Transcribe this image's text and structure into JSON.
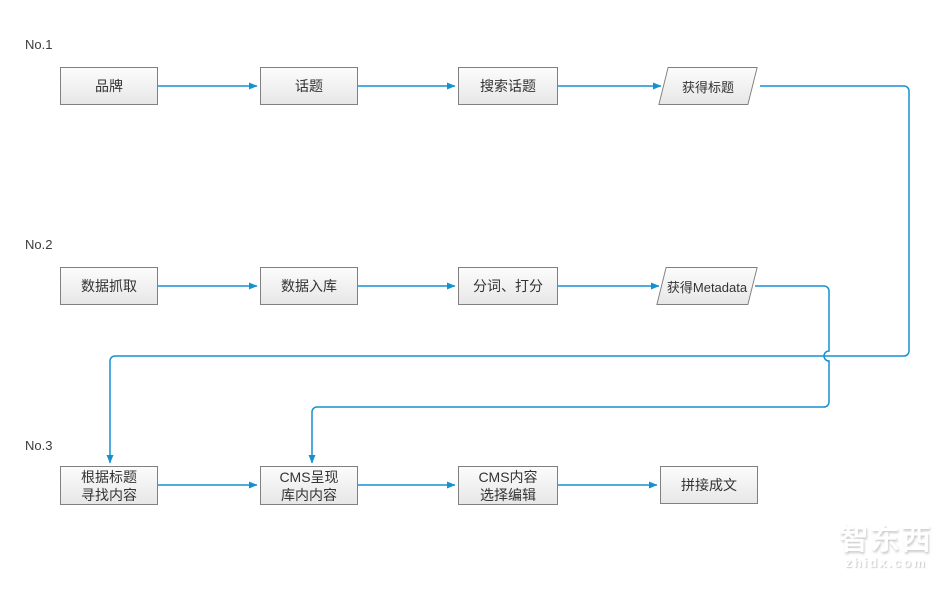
{
  "colors": {
    "accent": "#1691d0",
    "node_border": "#808080",
    "node_fill_top": "#fcfcfc",
    "node_fill_bottom": "#e7e7e7",
    "text": "#333333"
  },
  "rows": [
    {
      "label": "No.1",
      "nodes": [
        {
          "text": "品牌",
          "shape": "rect"
        },
        {
          "text": "话题",
          "shape": "rect"
        },
        {
          "text": "搜索话题",
          "shape": "rect"
        },
        {
          "text": "获得标题",
          "shape": "parallelogram"
        }
      ]
    },
    {
      "label": "No.2",
      "nodes": [
        {
          "text": "数据抓取",
          "shape": "rect"
        },
        {
          "text": "数据入库",
          "shape": "rect"
        },
        {
          "text": "分词、打分",
          "shape": "rect"
        },
        {
          "text": "获得Metadata",
          "shape": "parallelogram"
        }
      ]
    },
    {
      "label": "No.3",
      "nodes": [
        {
          "line1": "根据标题",
          "line2": "寻找内容",
          "shape": "rect"
        },
        {
          "line1": "CMS呈现",
          "line2": "库内内容",
          "shape": "rect"
        },
        {
          "line1": "CMS内容",
          "line2": "选择编辑",
          "shape": "rect"
        },
        {
          "text": "拼接成文",
          "shape": "rect"
        }
      ]
    }
  ],
  "edges": [
    {
      "from": "品牌",
      "to": "话题"
    },
    {
      "from": "话题",
      "to": "搜索话题"
    },
    {
      "from": "搜索话题",
      "to": "获得标题"
    },
    {
      "from": "数据抓取",
      "to": "数据入库"
    },
    {
      "from": "数据入库",
      "to": "分词、打分"
    },
    {
      "from": "分词、打分",
      "to": "获得Metadata"
    },
    {
      "from": "获得标题",
      "to": "根据标题寻找内容"
    },
    {
      "from": "获得Metadata",
      "to": "CMS呈现库内内容"
    },
    {
      "from": "根据标题寻找内容",
      "to": "CMS呈现库内内容"
    },
    {
      "from": "CMS呈现库内内容",
      "to": "CMS内容选择编辑"
    },
    {
      "from": "CMS内容选择编辑",
      "to": "拼接成文"
    }
  ],
  "watermark": {
    "title": "智东西",
    "subtitle": "zhidx.com"
  }
}
